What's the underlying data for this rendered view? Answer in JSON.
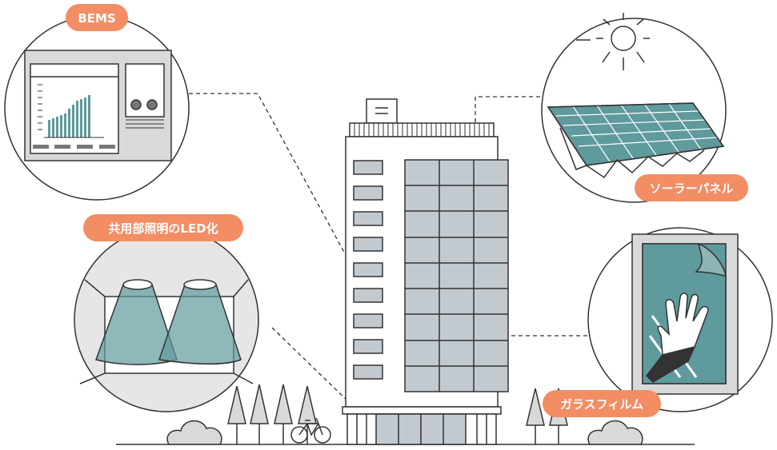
{
  "labels": {
    "bems": "BEMS",
    "lighting": "共用部照明のLED化",
    "solar": "ソーラーパネル",
    "film": "ガラスフィルム"
  },
  "colors": {
    "label_bg": "#f28d64",
    "glass": "#c2cad0",
    "teal": "#5f9a9c",
    "light_teal": "#8fb4b6",
    "gray_fill": "#d9d9d9",
    "stroke": "#333333"
  },
  "icons": {
    "bems": "monitor-with-bar-chart",
    "lighting": "ceiling-lights",
    "solar": "sun-and-solar-panel",
    "film": "hand-applying-window-film",
    "building": "office-building",
    "bicycle": "bicycle"
  }
}
